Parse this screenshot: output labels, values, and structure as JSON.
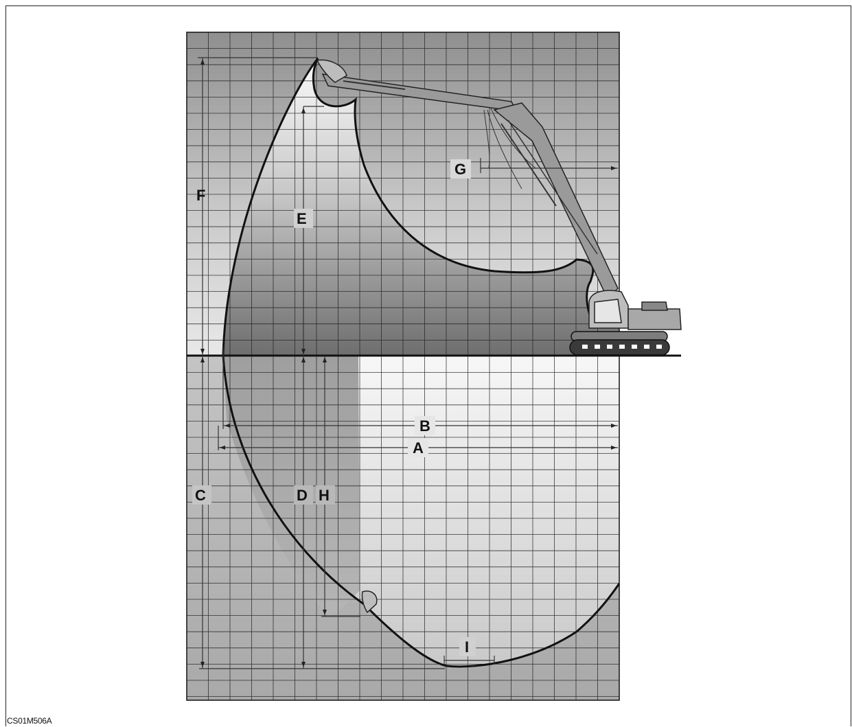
{
  "figure_code": "CS01M506A",
  "dimension_labels": {
    "A": "A",
    "B": "B",
    "C": "C",
    "D": "D",
    "E": "E",
    "F": "F",
    "G": "G",
    "H": "H",
    "I": "I"
  },
  "colors": {
    "grid_line": "#1c1c1c",
    "envelope_outline": "#111111",
    "zone_dark": "#6e6e6e",
    "zone_light": "#f2f2f2",
    "machine": "#9a9a9a"
  }
}
